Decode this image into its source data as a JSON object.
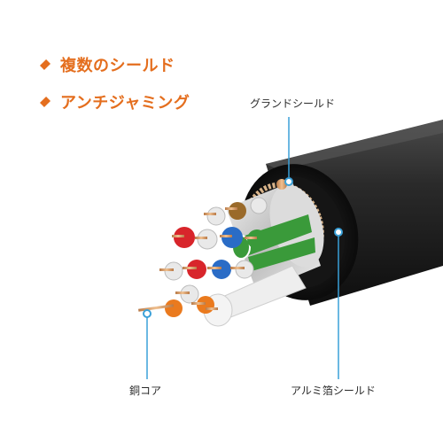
{
  "features": [
    {
      "label": "複数のシールド"
    },
    {
      "label": "アンチジャミング"
    }
  ],
  "callouts": {
    "ground_shield": "グランドシールド",
    "copper_core": "銅コア",
    "aluminum_foil_shield": "アルミ箔シールド"
  },
  "colors": {
    "accent": "#e46e1e",
    "jacket": "#1e1e1e",
    "callout_line": "#3aa0d8",
    "wire_red": "#d8252b",
    "wire_blue": "#2a6cc6",
    "wire_green": "#3a9a3a",
    "wire_orange": "#ea7a1e",
    "wire_brown": "#9a6a2a",
    "wire_white": "#e9e9e9",
    "copper": "#d8a070"
  }
}
